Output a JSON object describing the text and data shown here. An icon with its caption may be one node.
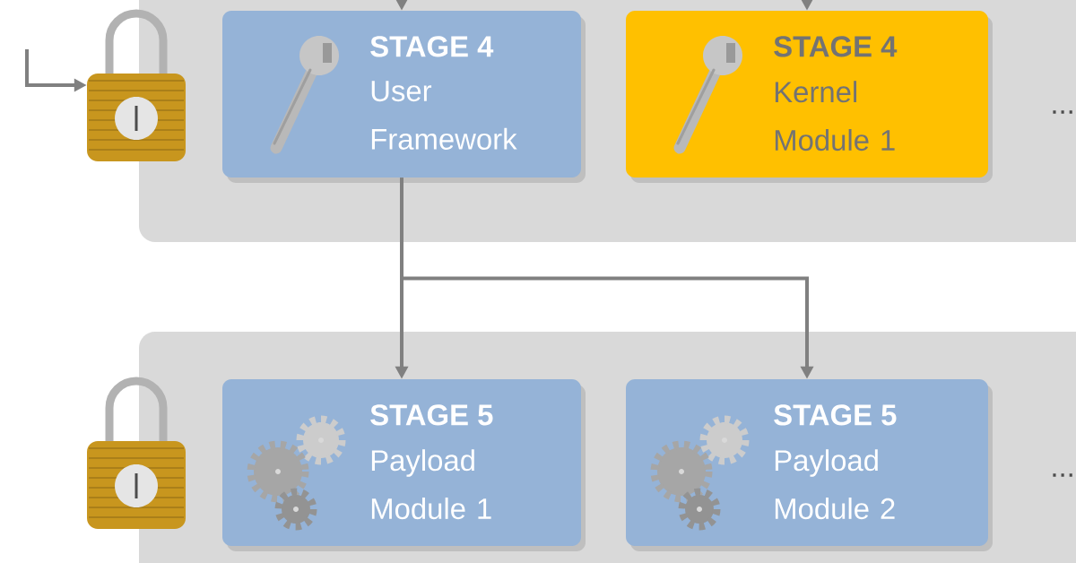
{
  "diagram": {
    "nodes": [
      {
        "text": [],
        "shape": "box"
      },
      {
        "text": [],
        "shape": "picture"
      },
      {
        "text": [
          "STAGE 4",
          "User Framework"
        ],
        "in": 0
      },
      {
        "text": [
          "STAGE 4",
          "Kernel Module 1"
        ],
        "in": 0
      },
      {
        "text": [],
        "shape": "box"
      },
      {
        "text": [],
        "shape": "picture"
      },
      {
        "text": [
          "STAGE 5",
          "Payload Module 1"
        ],
        "in": 4
      },
      {
        "text": [
          "STAGE 5",
          "Payload Module 2"
        ],
        "in": 4
      }
    ],
    "edges": [
      {
        "from": null,
        "to": 1,
        "arrow": "to"
      },
      {
        "from": null,
        "to": 2,
        "arrow": "to"
      },
      {
        "from": null,
        "to": 3,
        "arrow": "to"
      },
      {
        "from": 2,
        "to": 6,
        "arrow": "to"
      },
      {
        "from": 2,
        "to": 7,
        "arrow": "to"
      }
    ],
    "labels": [
      "...",
      "..."
    ]
  }
}
